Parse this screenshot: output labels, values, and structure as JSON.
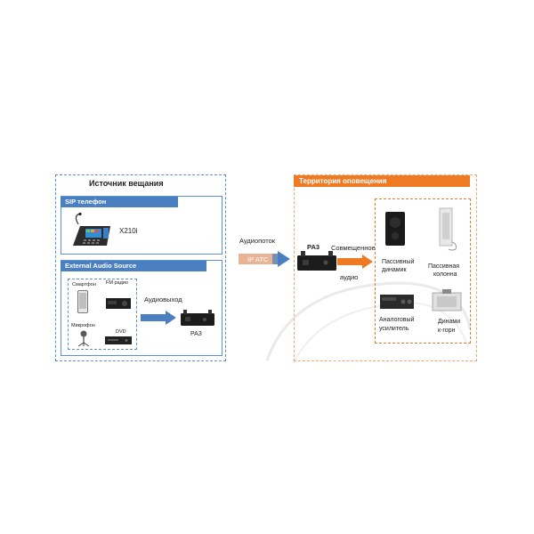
{
  "colors": {
    "blue": "#4a7fc1",
    "orange": "#ee7b24",
    "dashed_blue": "#5b8fd6",
    "dashed_orange": "#f0a673",
    "ip_bar": "#e8b493"
  },
  "source": {
    "title": "Источник вещания",
    "sip": {
      "header": "SIP телефон",
      "phone_label": "X210i"
    },
    "external": {
      "header": "External Audio Source",
      "smartphone": "Смартфон",
      "fm_radio": "FM радио",
      "microphone": "Микрофон",
      "dvd": "DVD",
      "output_label": "Аудиовыход",
      "pa3_label": "PA3"
    }
  },
  "middle": {
    "stream_label": "Аудиопоток",
    "ip_label": "IP АТС"
  },
  "target": {
    "header": "Территория оповещения",
    "pa3_label": "PA3",
    "combined_line1": "Совмещенное",
    "combined_line2": "аудио",
    "passive_speaker_line1": "Пассивный",
    "passive_speaker_line2": "динамик",
    "passive_column_line1": "Пассивная",
    "passive_column_line2": "колонна",
    "analog_amp_line1": "Аналоговый",
    "analog_amp_line2": "усилитель",
    "horn_line1": "Динами",
    "horn_line2": "к-горн"
  }
}
